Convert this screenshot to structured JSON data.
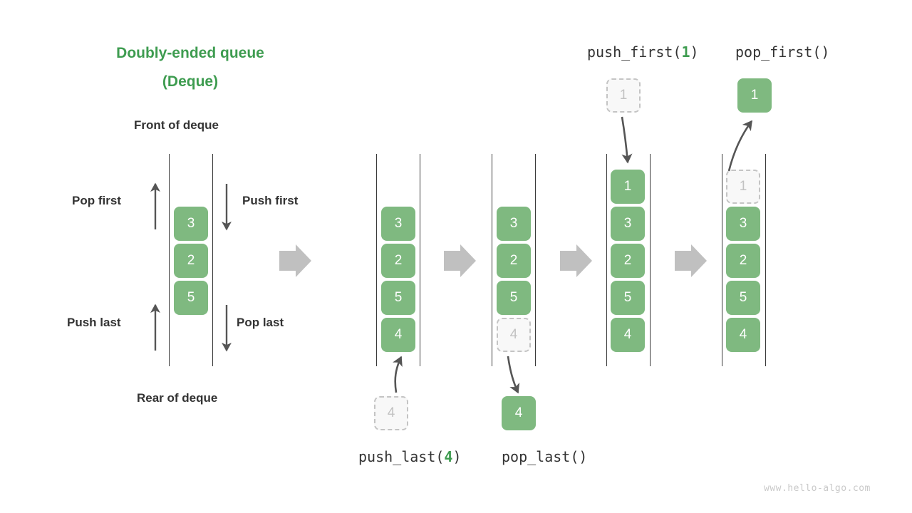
{
  "diagram": {
    "title_line1": "Doubly-ended queue",
    "title_line2": "(Deque)",
    "front_label": "Front of deque",
    "rear_label": "Rear of deque",
    "op_labels": {
      "pop_first": "Pop first",
      "push_first": "Push first",
      "push_last": "Push last",
      "pop_last": "Pop last"
    },
    "colors": {
      "title_green": "#3e9c50",
      "cell_green": "#7fb980",
      "ghost_fill": "#f8f8f8",
      "ghost_border": "#c4c4c4",
      "ghost_text": "#c2c2c2",
      "rail": "#3a3a3a",
      "thin_arrow": "#555555",
      "block_arrow": "#c0c0c0",
      "label_text": "#333333",
      "watermark": "#c9c9c9"
    },
    "code_labels": {
      "push_first": {
        "name": "push_first(",
        "arg": "1",
        "close": ")"
      },
      "pop_first": {
        "name": "pop_first()",
        "arg": "",
        "close": ""
      },
      "push_last": {
        "name": "push_last(",
        "arg": "4",
        "close": ")"
      },
      "pop_last": {
        "name": "pop_last()",
        "arg": "",
        "close": ""
      }
    },
    "panels": [
      {
        "id": "initial",
        "cells": [
          {
            "value": "3",
            "state": "solid"
          },
          {
            "value": "2",
            "state": "solid"
          },
          {
            "value": "5",
            "state": "solid"
          }
        ]
      },
      {
        "id": "after-push-last",
        "cells": [
          {
            "value": "3",
            "state": "solid"
          },
          {
            "value": "2",
            "state": "solid"
          },
          {
            "value": "5",
            "state": "solid"
          },
          {
            "value": "4",
            "state": "solid"
          }
        ],
        "floating_below": {
          "value": "4",
          "state": "ghost"
        }
      },
      {
        "id": "after-pop-last",
        "cells": [
          {
            "value": "3",
            "state": "solid"
          },
          {
            "value": "2",
            "state": "solid"
          },
          {
            "value": "5",
            "state": "solid"
          },
          {
            "value": "4",
            "state": "ghost"
          }
        ],
        "floating_below": {
          "value": "4",
          "state": "solid"
        }
      },
      {
        "id": "after-push-first",
        "cells": [
          {
            "value": "1",
            "state": "solid"
          },
          {
            "value": "3",
            "state": "solid"
          },
          {
            "value": "2",
            "state": "solid"
          },
          {
            "value": "5",
            "state": "solid"
          },
          {
            "value": "4",
            "state": "solid"
          }
        ],
        "floating_above": {
          "value": "1",
          "state": "ghost"
        }
      },
      {
        "id": "after-pop-first",
        "cells": [
          {
            "value": "1",
            "state": "ghost"
          },
          {
            "value": "3",
            "state": "solid"
          },
          {
            "value": "2",
            "state": "solid"
          },
          {
            "value": "5",
            "state": "solid"
          },
          {
            "value": "4",
            "state": "solid"
          }
        ],
        "floating_above": {
          "value": "1",
          "state": "solid"
        }
      }
    ],
    "watermark": "www.hello-algo.com"
  }
}
